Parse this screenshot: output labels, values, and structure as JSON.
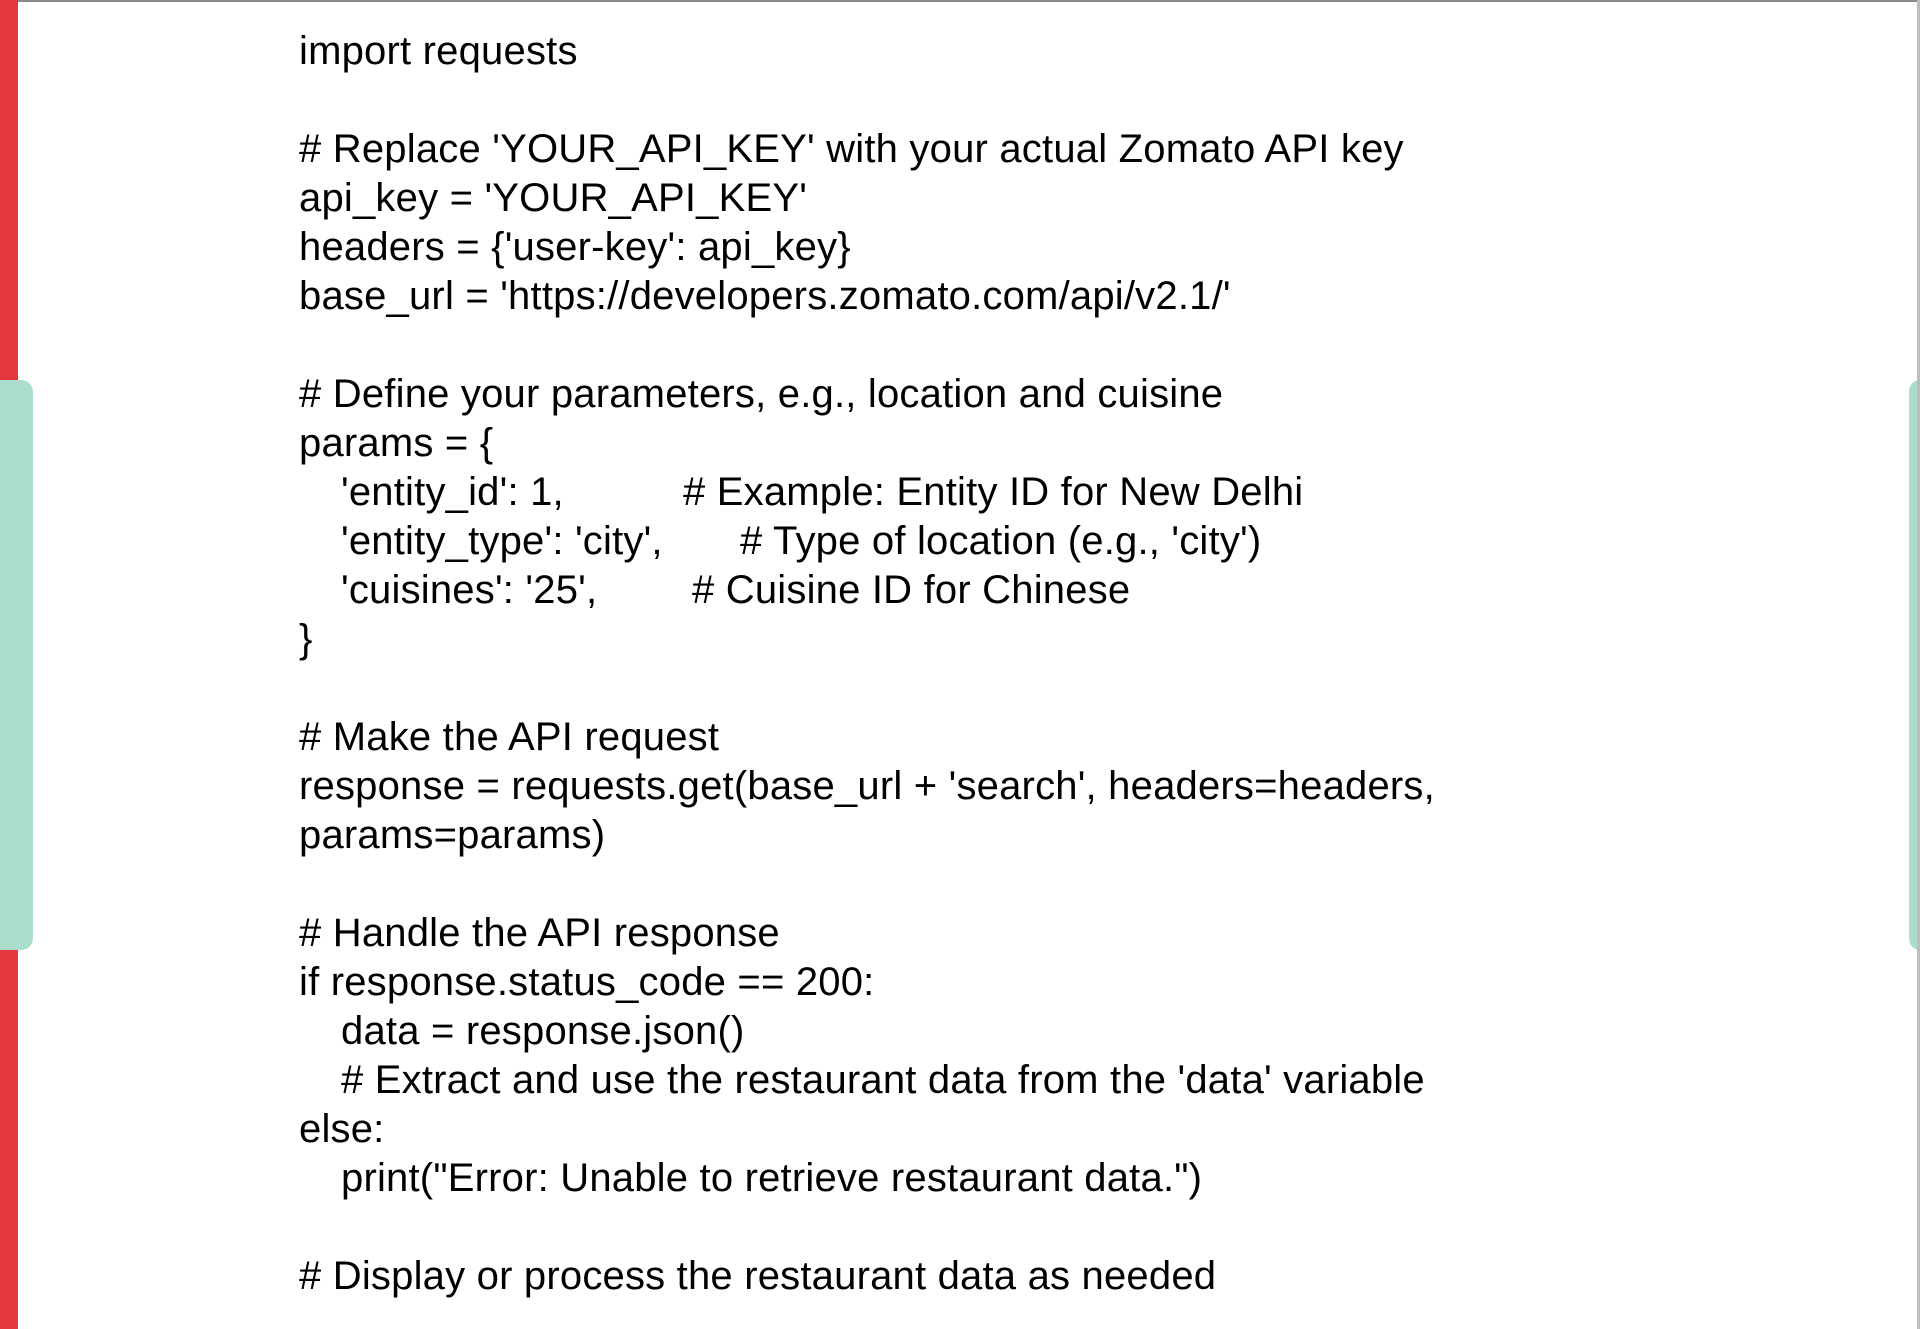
{
  "colors": {
    "left_bar": "#e3393e",
    "side_tabs": "#acdccc",
    "text": "#000000",
    "background": "#ffffff"
  },
  "code_lines": [
    {
      "text": "import requests"
    },
    {
      "text": ""
    },
    {
      "text": "# Replace 'YOUR_API_KEY' with your actual Zomato API key"
    },
    {
      "text": "api_key = 'YOUR_API_KEY'"
    },
    {
      "text": "headers = {'user-key': api_key}"
    },
    {
      "text": "base_url = 'https://developers.zomato.com/api/v2.1/'"
    },
    {
      "text": ""
    },
    {
      "text": "# Define your parameters, e.g., location and cuisine"
    },
    {
      "text": "params = {"
    },
    {
      "text": "'entity_id': 1,",
      "comment": "# Example: Entity ID for New Delhi",
      "indent": 1
    },
    {
      "text": "'entity_type': 'city',",
      "comment": "# Type of location (e.g., 'city')",
      "indent": 1
    },
    {
      "text": "'cuisines': '25',",
      "comment": "# Cuisine ID for Chinese",
      "indent": 1
    },
    {
      "text": "}"
    },
    {
      "text": ""
    },
    {
      "text": "# Make the API request"
    },
    {
      "text": "response = requests.get(base_url + 'search', headers=headers,"
    },
    {
      "text": "params=params)"
    },
    {
      "text": ""
    },
    {
      "text": "# Handle the API response"
    },
    {
      "text": "if response.status_code == 200:"
    },
    {
      "text": "data = response.json()",
      "indent": 1
    },
    {
      "text": "# Extract and use the restaurant data from the 'data' variable",
      "indent": 1
    },
    {
      "text": "else:"
    },
    {
      "text": "print(\"Error: Unable to retrieve restaurant data.\")",
      "indent": 1
    },
    {
      "text": ""
    },
    {
      "text": "# Display or process the restaurant data as needed"
    }
  ]
}
